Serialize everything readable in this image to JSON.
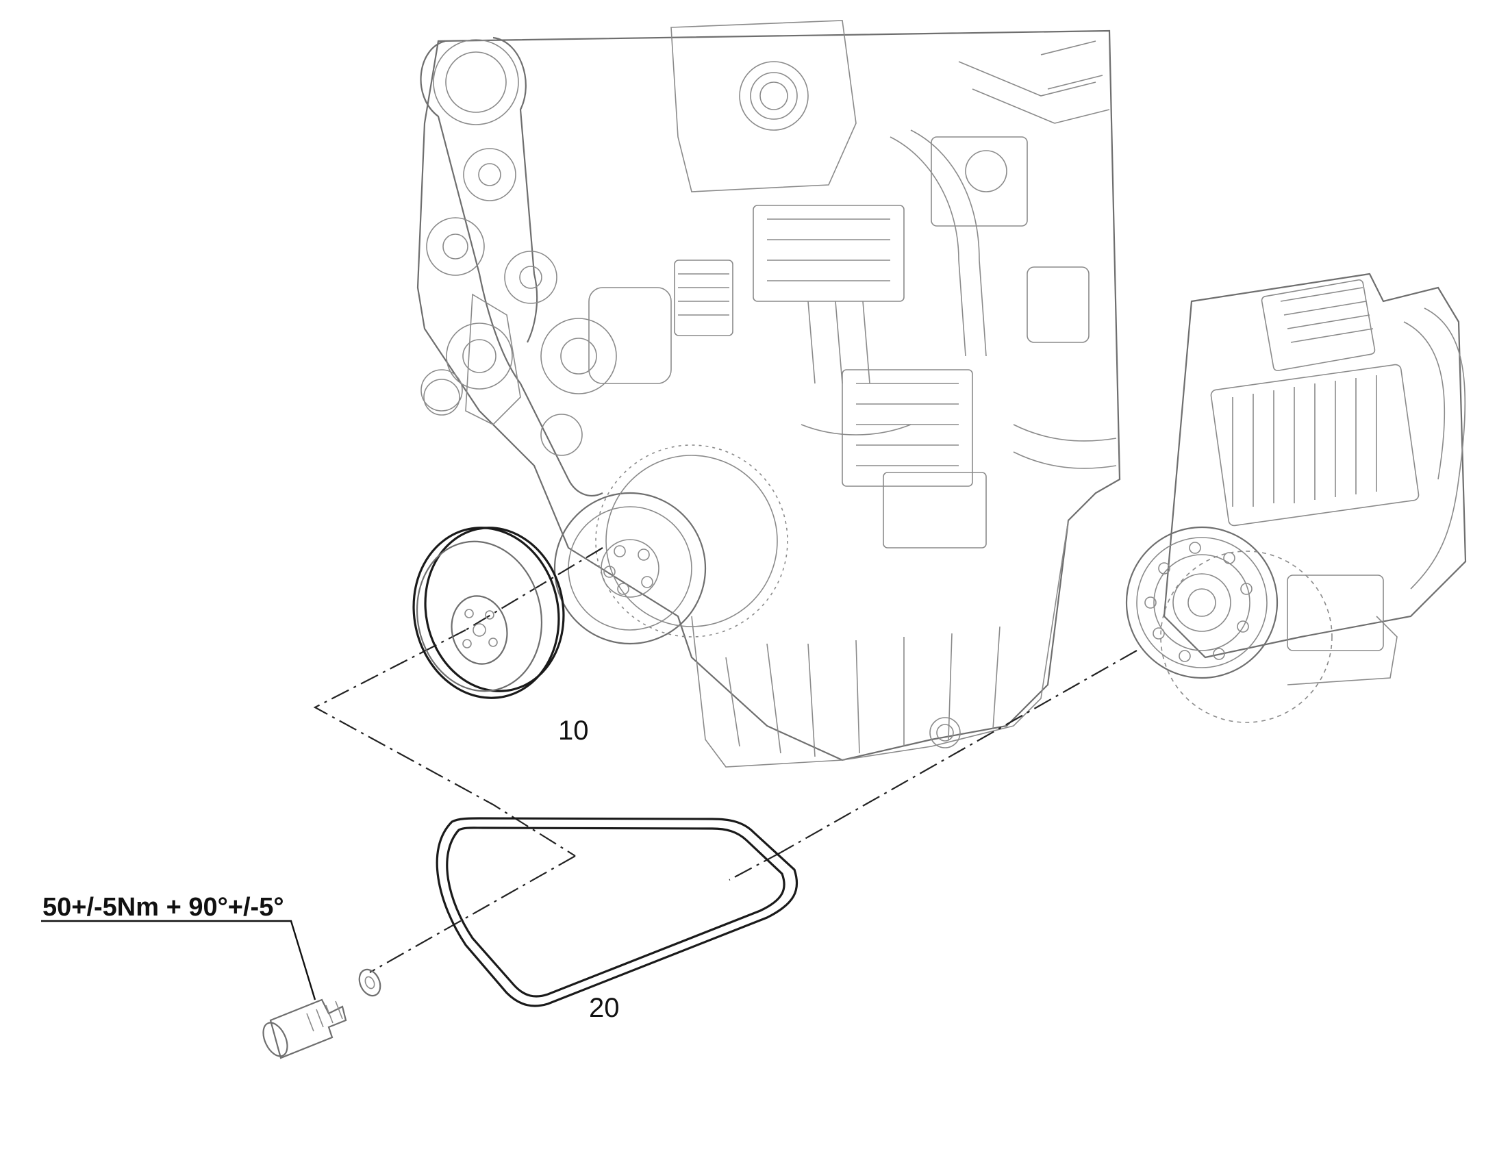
{
  "callouts": {
    "pulley": "10",
    "belt": "20"
  },
  "torque_spec": "50+/-5Nm + 90°+/-5°",
  "colors": {
    "line": "#1a1a1a",
    "light_line": "#8a8a8a",
    "background": "#ffffff"
  }
}
